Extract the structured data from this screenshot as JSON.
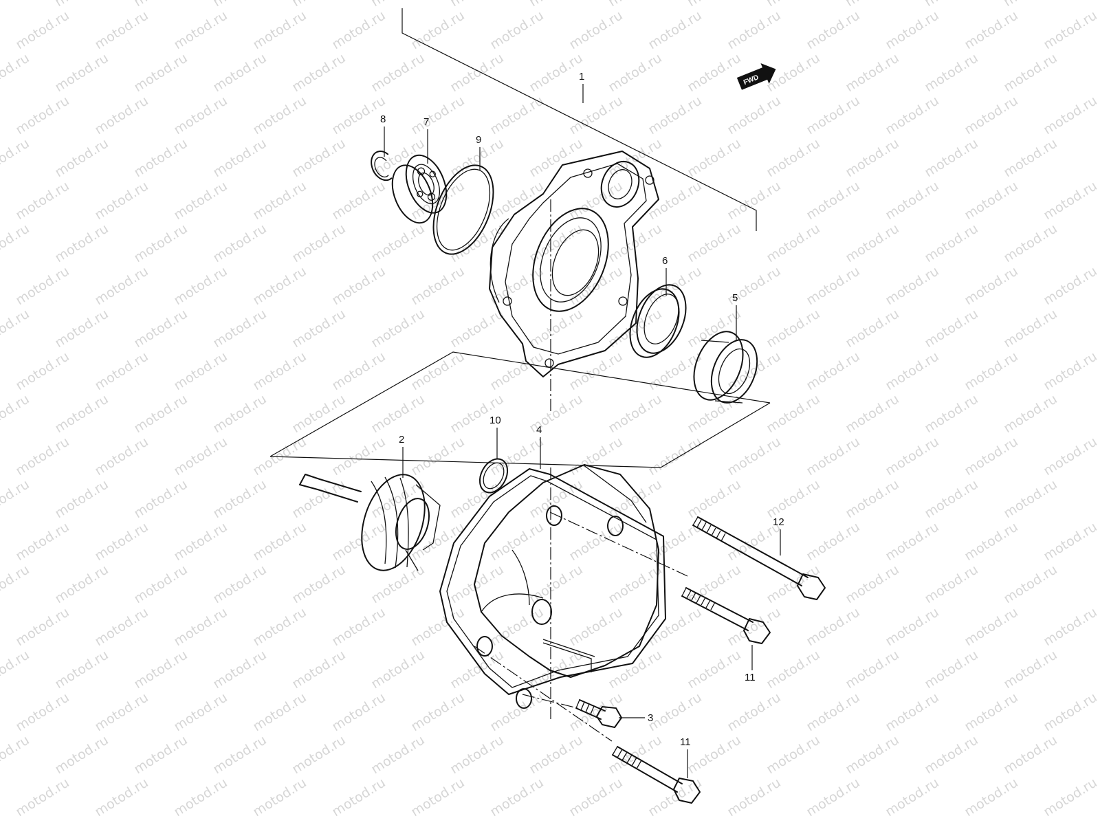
{
  "watermark": "motod.ru",
  "fwd_label": "FWD",
  "callouts": {
    "p1": "1",
    "p2": "2",
    "p3": "3",
    "p4": "4",
    "p5": "5",
    "p6": "6",
    "p7": "7",
    "p8": "8",
    "p9": "9",
    "p10": "10",
    "p11a": "11",
    "p11b": "11",
    "p12": "12"
  },
  "colors": {
    "line": "#111111",
    "watermark": "#d6d6d6",
    "background": "#ffffff"
  }
}
